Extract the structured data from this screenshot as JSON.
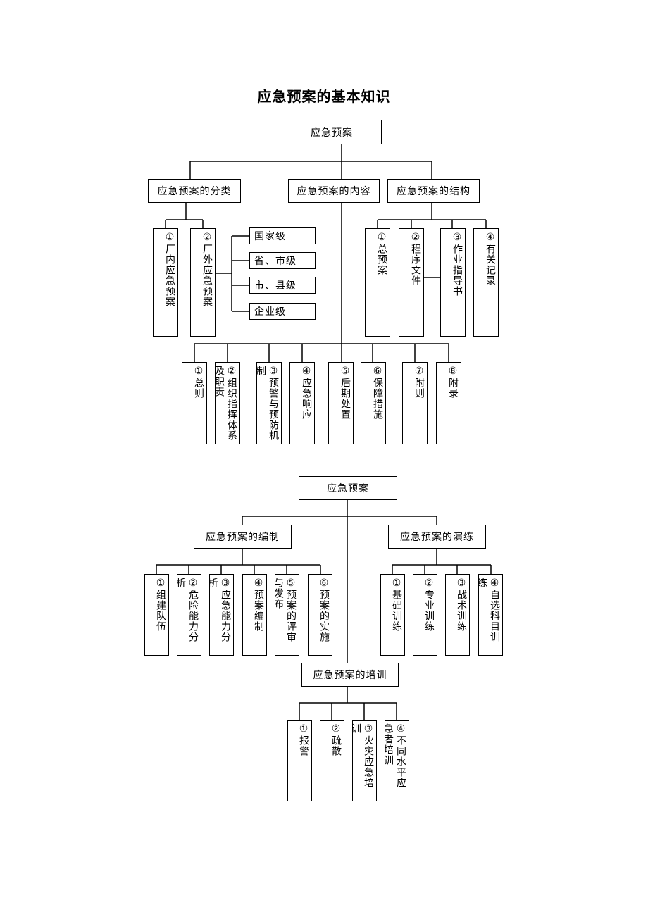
{
  "title": "应急预案的基本知识",
  "d1": {
    "root": "应急预案",
    "cat": {
      "label": "应急预案的分类",
      "items": [
        "①厂内应急预案",
        "②厂外应急预案"
      ],
      "levels": [
        "国家级",
        "省、市级",
        "市、县级",
        "企业级"
      ]
    },
    "content": {
      "label": "应急预案的内容",
      "items": [
        "①总则",
        "②组织指挥体系及职责",
        "③预警与预防机制",
        "④应急响应",
        "⑤后期处置",
        "⑥保障措施",
        "⑦附则",
        "⑧附录"
      ]
    },
    "struct": {
      "label": "应急预案的结构",
      "items": [
        "①总预案",
        "②程序文件",
        "③作业指导书",
        "④有关记录"
      ]
    }
  },
  "d2": {
    "root": "应急预案",
    "prep": {
      "label": "应急预案的编制",
      "items": [
        "①组建队伍",
        "②危险能力分析",
        "③应急能力分析",
        "④预案编制",
        "⑤预案的评审与发布",
        "⑥预案的实施"
      ]
    },
    "drill": {
      "label": "应急预案的演练",
      "items": [
        "①基础训练",
        "②专业训练",
        "③战术训练",
        "④自选科目训练"
      ]
    },
    "train": {
      "label": "应急预案的培训",
      "items": [
        "①报警",
        "②疏散",
        "③火灾应急培训",
        "④不同水平应急者培训"
      ]
    }
  }
}
